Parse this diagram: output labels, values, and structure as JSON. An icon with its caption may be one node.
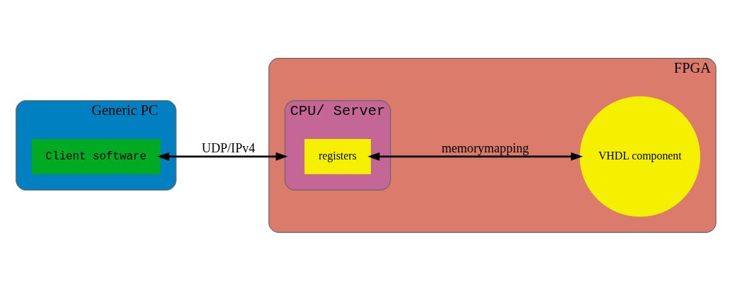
{
  "diagram": {
    "nodes": [
      {
        "text": [
          "Generic PC"
        ]
      },
      {
        "text": [
          "Client software"
        ],
        "in": 0
      },
      {
        "text": [
          "FPGA"
        ]
      },
      {
        "text": [
          "CPU/ Server"
        ],
        "in": 2
      },
      {
        "text": [
          "registers"
        ],
        "in": 3
      },
      {
        "text": [
          "VHDL component"
        ],
        "in": 2
      }
    ],
    "edges": [
      {
        "from": 1,
        "to": 3,
        "arrow": "both",
        "label": "UDP/IPv4"
      },
      {
        "from": 4,
        "to": 5,
        "arrow": "both",
        "label": "memorymapping"
      }
    ]
  }
}
